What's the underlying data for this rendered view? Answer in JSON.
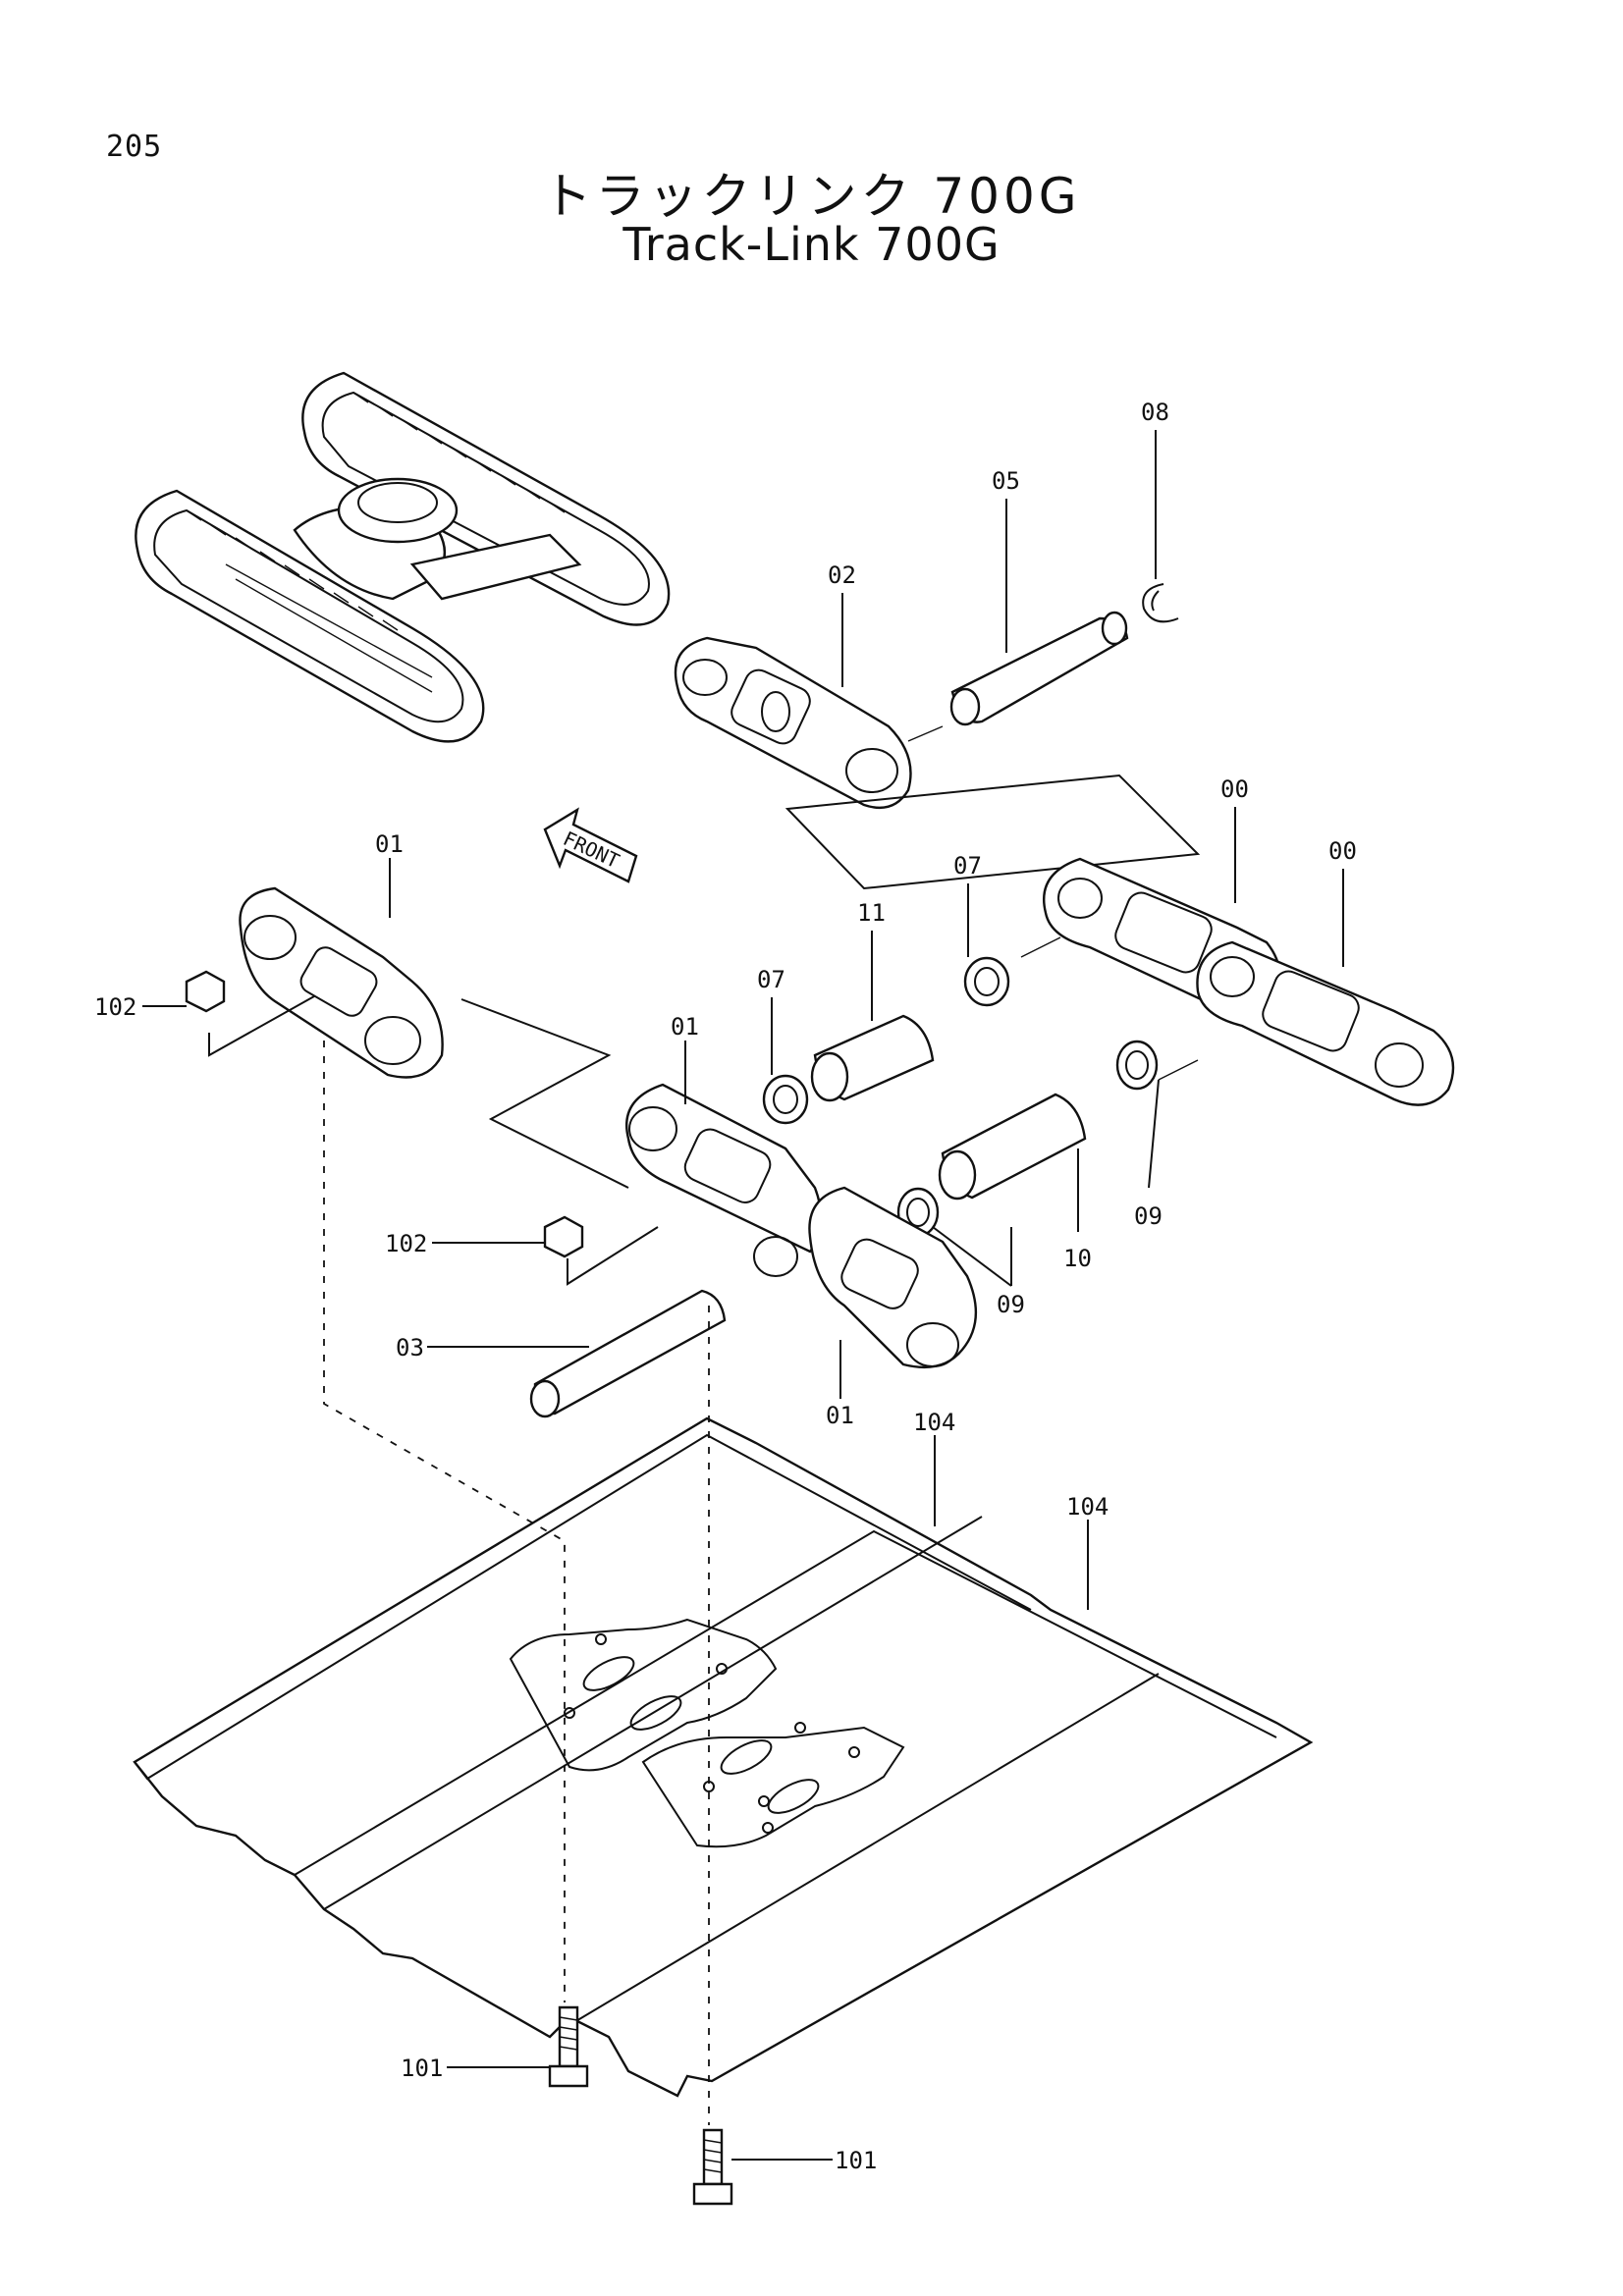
{
  "page": {
    "number": "205",
    "title_jp": "トラックリンク 700G",
    "title_en": "Track-Link 700G"
  },
  "front_arrow_label": "FRONT",
  "callouts": {
    "p08": "08",
    "p05": "05",
    "p02": "02",
    "p00a": "00",
    "p00b": "00",
    "p07a": "07",
    "p07b": "07",
    "p11": "11",
    "p01a": "01",
    "p01b": "01",
    "p01c": "01",
    "p102a": "102",
    "p102b": "102",
    "p03": "03",
    "p09a": "09",
    "p09b": "09",
    "p10": "10",
    "p104a": "104",
    "p104b": "104",
    "p101a": "101",
    "p101b": "101"
  }
}
